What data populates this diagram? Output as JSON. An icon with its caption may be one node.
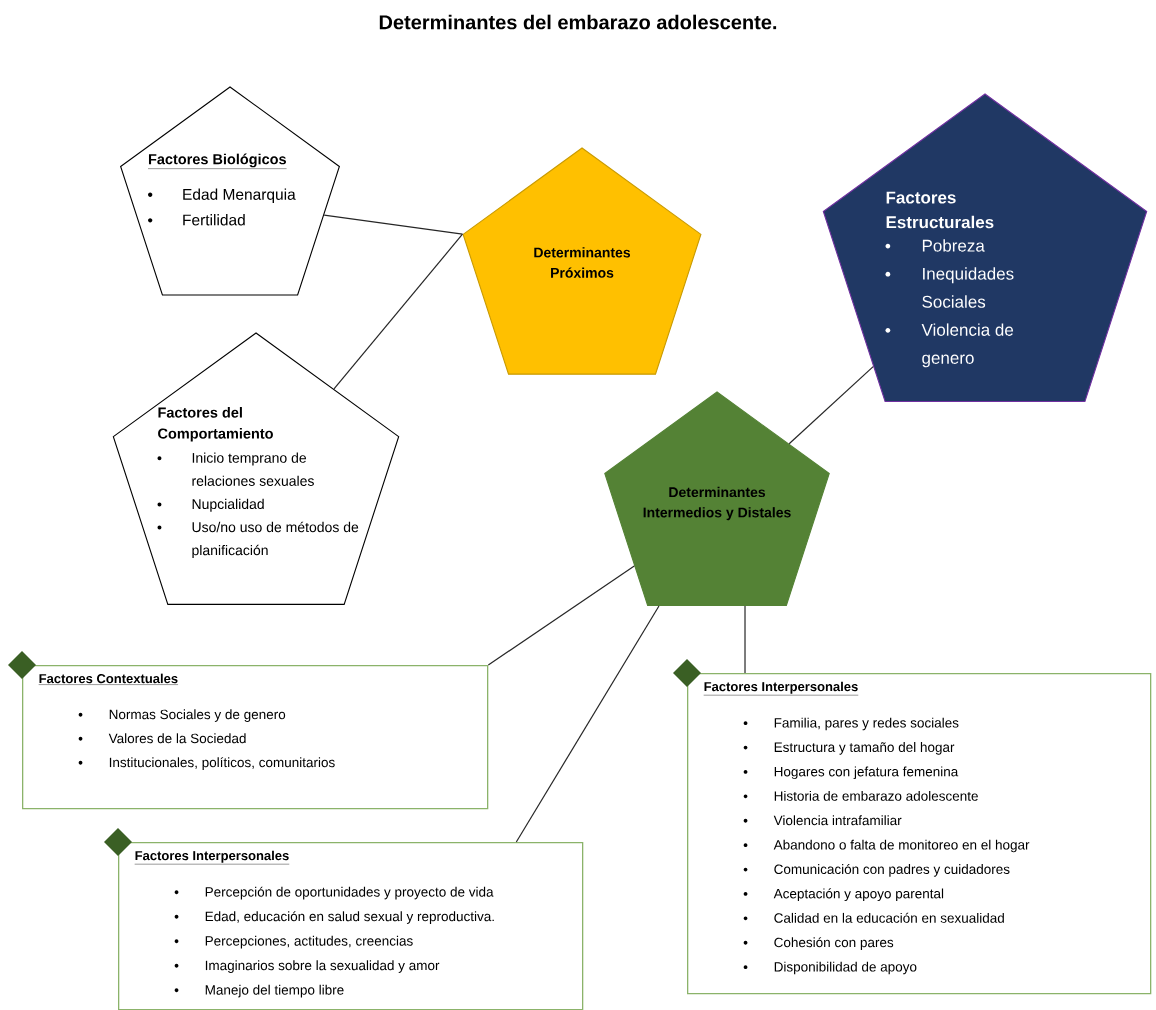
{
  "diagram": {
    "title": "Determinantes del embarazo adolescente.",
    "nodes": [
      {
        "text": [
          "Factores Biológicos",
          "Edad Menarquia",
          "Fertilidad"
        ]
      },
      {
        "text": [
          "Determinantes Próximos"
        ]
      },
      {
        "text": [
          "Factores del Comportamiento",
          "Inicio temprano de relaciones sexuales",
          "Nupcialidad",
          "Uso/no uso de métodos de planificación"
        ]
      },
      {
        "text": [
          "Factores Estructurales",
          "Pobreza",
          "Inequidades Sociales",
          "Violencia de genero"
        ]
      },
      {
        "text": [
          "Determinantes Intermedios y Distales"
        ]
      },
      {
        "text": [
          "Factores Contextuales",
          "Normas Sociales y de genero",
          "Valores de la Sociedad",
          "Institucionales, políticos, comunitarios"
        ]
      },
      {
        "text": [
          "Factores Interpersonales",
          "Percepción de oportunidades y proyecto de vida",
          "Edad, educación en salud sexual y reproductiva.",
          "Percepciones, actitudes, creencias",
          "Imaginarios sobre la sexualidad y amor",
          "Manejo del tiempo libre"
        ]
      },
      {
        "text": [
          "Factores Interpersonales",
          "Familia, pares y redes sociales",
          "Estructura y tamaño del hogar",
          "Hogares con jefatura femenina",
          "Historia de embarazo adolescente",
          "Violencia intrafamiliar",
          "Abandono o falta de monitoreo en el hogar",
          "Comunicación con padres y cuidadores",
          "Aceptación y apoyo parental",
          "Calidad en la educación en sexualidad",
          "Cohesión con pares",
          "Disponibilidad de apoyo"
        ]
      }
    ],
    "edges": [
      {
        "from": 0,
        "to": 1,
        "arrow": "none"
      },
      {
        "from": 2,
        "to": 1,
        "arrow": "none"
      },
      {
        "from": 4,
        "to": 3,
        "arrow": "none"
      },
      {
        "from": 4,
        "to": 5,
        "arrow": "none"
      },
      {
        "from": 4,
        "to": 6,
        "arrow": "none"
      },
      {
        "from": 4,
        "to": 7,
        "arrow": "none"
      }
    ]
  }
}
